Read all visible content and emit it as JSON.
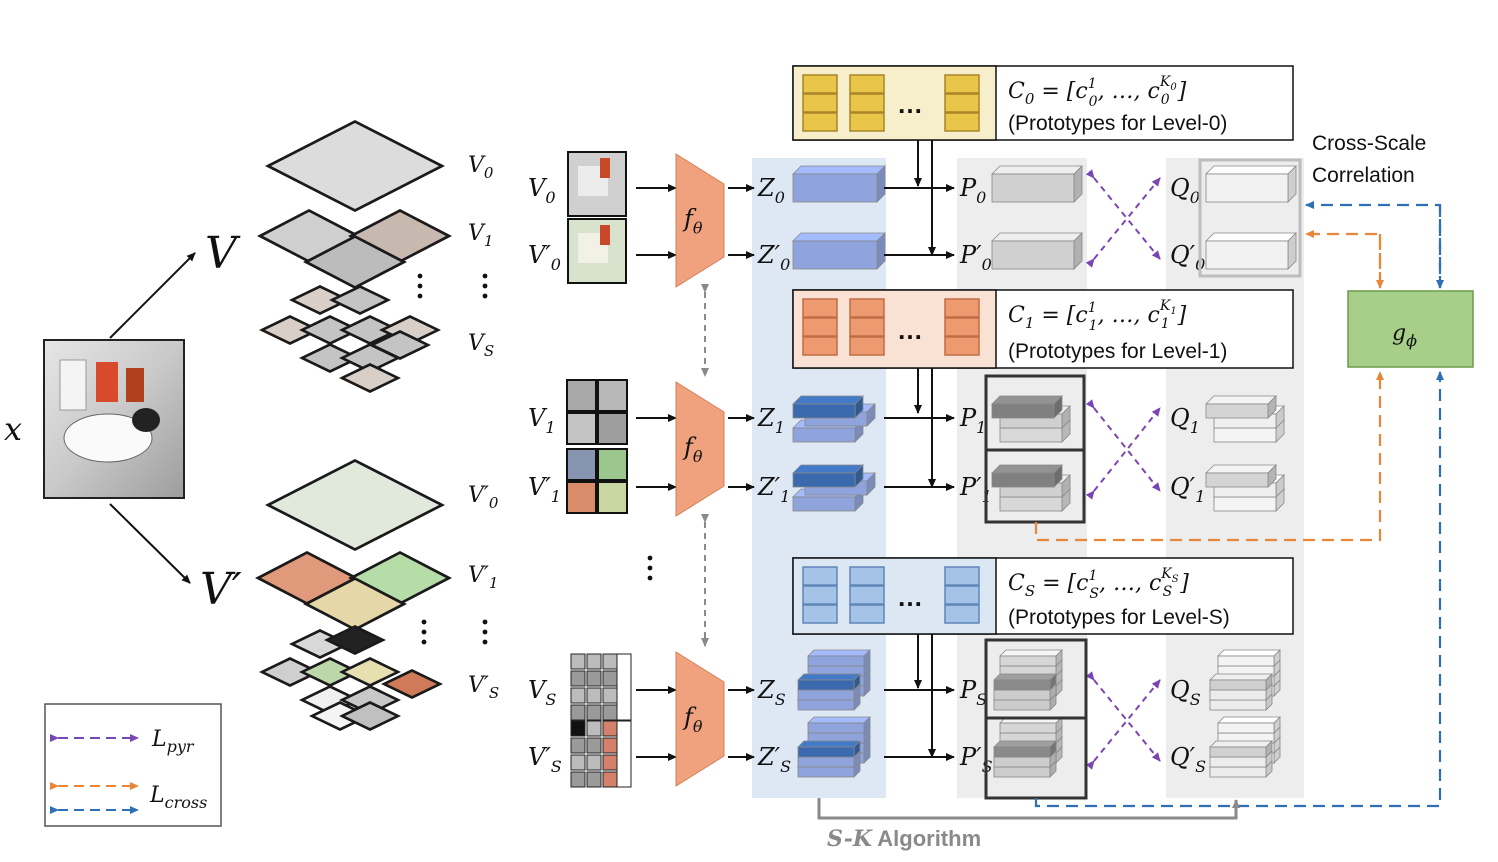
{
  "input": {
    "label": "x"
  },
  "pyramids": {
    "V": {
      "label": "V",
      "level_labels": [
        "V",
        "V",
        "V"
      ],
      "level_subs": [
        "0",
        "1",
        "S"
      ]
    },
    "Vp": {
      "label": "V′",
      "level_labels": [
        "V′",
        "V′",
        "V′"
      ],
      "level_subs": [
        "0",
        "1",
        "S"
      ]
    }
  },
  "views": [
    {
      "main": "V",
      "sub": "0"
    },
    {
      "main": "V′",
      "sub": "0"
    },
    {
      "main": "V",
      "sub": "1"
    },
    {
      "main": "V′",
      "sub": "1"
    },
    {
      "main": "V",
      "sub": "S"
    },
    {
      "main": "V′",
      "sub": "S"
    }
  ],
  "encoder": {
    "main": "f",
    "sub": "θ"
  },
  "features": [
    {
      "main": "Z",
      "sub": "0"
    },
    {
      "main": "Z′",
      "sub": "0"
    },
    {
      "main": "Z",
      "sub": "1"
    },
    {
      "main": "Z′",
      "sub": "1"
    },
    {
      "main": "Z",
      "sub": "S"
    },
    {
      "main": "Z′",
      "sub": "S"
    }
  ],
  "prototypes": [
    {
      "main": "C",
      "sub": "0",
      "formula_rest": " = [c",
      "sup1": "1",
      "sub1": "0",
      "ellipsis": ", …, c",
      "supK": "K",
      "supKsub": "0",
      "sub2": "0",
      "close": "]",
      "caption": "(Prototypes for Level-0)",
      "colors": {
        "fill": "#f7eecb",
        "cell": "#e9c54a",
        "cell_edge": "#a9852a"
      }
    },
    {
      "main": "C",
      "sub": "1",
      "formula_rest": " = [c",
      "sup1": "1",
      "sub1": "1",
      "ellipsis": ", …, c",
      "supK": "K",
      "supKsub": "1",
      "sub2": "1",
      "close": "]",
      "caption": "(Prototypes for Level-1)",
      "colors": {
        "fill": "#f9e1d3",
        "cell": "#ee9a71",
        "cell_edge": "#c06c45"
      }
    },
    {
      "main": "C",
      "sub": "S",
      "formula_rest": " = [c",
      "sup1": "1",
      "sub1": "S",
      "ellipsis": ", …, c",
      "supK": "K",
      "supKsub": "S",
      "sub2": "S",
      "close": "]",
      "caption": "(Prototypes for Level-S)",
      "colors": {
        "fill": "#dce7f4",
        "cell": "#a5c3e6",
        "cell_edge": "#5f86b8"
      }
    }
  ],
  "p_labels": [
    {
      "main": "P",
      "sub": "0"
    },
    {
      "main": "P′",
      "sub": "0"
    },
    {
      "main": "P",
      "sub": "1"
    },
    {
      "main": "P′",
      "sub": "1"
    },
    {
      "main": "P",
      "sub": "S"
    },
    {
      "main": "P′",
      "sub": "S"
    }
  ],
  "q_labels": [
    {
      "main": "Q",
      "sub": "0"
    },
    {
      "main": "Q′",
      "sub": "0"
    },
    {
      "main": "Q",
      "sub": "1"
    },
    {
      "main": "Q′",
      "sub": "1"
    },
    {
      "main": "Q",
      "sub": "S"
    },
    {
      "main": "Q′",
      "sub": "S"
    }
  ],
  "cross_scale": {
    "line1": "Cross-Scale",
    "line2": "Correlation"
  },
  "g_phi": {
    "main": "g",
    "sub": "ϕ"
  },
  "sk_algorithm": {
    "part1": "S-K",
    "part2": " Algorithm"
  },
  "legend": {
    "items": [
      {
        "main": "L",
        "sub": "pyr",
        "color": "#7a46b3"
      },
      {
        "main": "L",
        "sub": "cross",
        "color": "#e8873a"
      },
      {
        "main": "",
        "sub": "",
        "color": "#2f6fb5"
      }
    ]
  },
  "colors": {
    "encoder": "#f0a27f",
    "feature": "#8fa3dd",
    "feature_dark": "#3a6aad",
    "feature_bg": "#dde8f4",
    "gray_bg": "#ededed",
    "gphi_fill": "#a8cf8a",
    "gphi_stroke": "#6b9a4a",
    "purple": "#7a46b3",
    "orange": "#e8873a",
    "blue": "#2f6fb5",
    "sk_gray": "#8a8a8a"
  }
}
